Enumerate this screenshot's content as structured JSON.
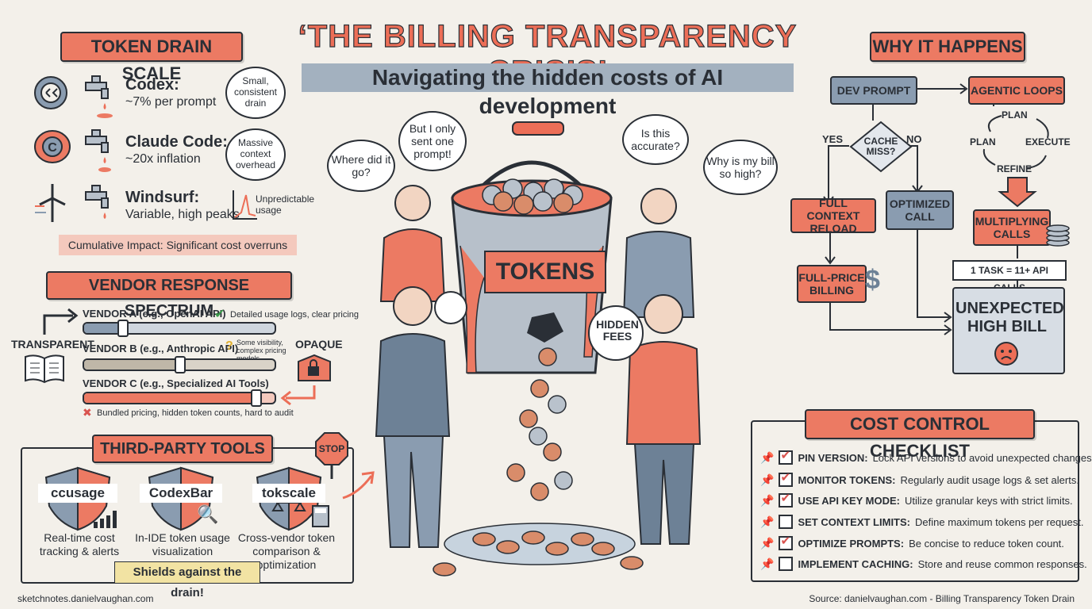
{
  "title": "‘THE BILLING TRANSPARENCY CRISIS’",
  "subtitle": "Navigating the hidden costs of AI development",
  "token_drain": {
    "header": "TOKEN DRAIN SCALE",
    "items": [
      {
        "name": "Codex:",
        "desc": "~7% per prompt",
        "note": "Small, consistent drain"
      },
      {
        "name": "Claude Code:",
        "desc": "~20x inflation",
        "note": "Massive context overhead"
      },
      {
        "name": "Windsurf:",
        "desc": "Variable, high peaks",
        "note": "Unpredictable usage"
      }
    ],
    "cumulative": "Cumulative Impact: Significant cost overruns"
  },
  "vendor_spectrum": {
    "header": "VENDOR RESPONSE SPECTRUM",
    "left_label": "TRANSPARENT",
    "right_label": "OPAQUE",
    "vendors": [
      {
        "name": "VENDOR A (e.g., OpenAI API)",
        "note": "Detailed usage logs, clear pricing",
        "level": 0.2
      },
      {
        "name": "VENDOR B (e.g., Anthropic API)",
        "note": "Some visibility, complex pricing models",
        "level": 0.5
      },
      {
        "name": "VENDOR C (e.g., Specialized AI Tools)",
        "note": "Bundled pricing, hidden token counts, hard to audit",
        "level": 0.9
      }
    ]
  },
  "third_party": {
    "header": "THIRD-PARTY TOOLS",
    "stop": "STOP",
    "tools": [
      {
        "name": "ccusage",
        "desc": "Real-time cost tracking & alerts"
      },
      {
        "name": "CodexBar",
        "desc": "In-IDE token usage visualization"
      },
      {
        "name": "tokscale",
        "desc": "Cross-vendor token comparison & optimization"
      }
    ],
    "shield": "Shields against the drain!"
  },
  "scene": {
    "bucket_label": "TOKENS",
    "hidden_fees": "HIDDEN FEES",
    "bubbles": [
      "Where did it go?",
      "But I only sent one prompt!",
      "Is this accurate?",
      "Why is my bill so high?"
    ]
  },
  "why": {
    "header": "WHY IT HAPPENS",
    "dev_prompt": "DEV PROMPT",
    "cache_miss": "CACHE MISS?",
    "yes": "YES",
    "no": "NO",
    "full_context": "FULL CONTEXT RELOAD",
    "optimized": "OPTIMIZED CALL",
    "full_price": "FULL-PRICE BILLING",
    "agentic": "AGENTIC LOOPS",
    "loop": [
      "PLAN",
      "EXECUTE",
      "REFINE",
      "PLAN"
    ],
    "multiplying": "MULTIPLYING CALLS",
    "task": "1 TASK = 11+ API CALLS",
    "unexpected": "UNEXPECTED HIGH BILL"
  },
  "checklist": {
    "header": "COST CONTROL CHECKLIST",
    "items": [
      {
        "key": "PIN VERSION:",
        "text": "Lock API versions to avoid unexpected changes.",
        "checked": true
      },
      {
        "key": "MONITOR TOKENS:",
        "text": "Regularly audit usage logs & set alerts.",
        "checked": true
      },
      {
        "key": "USE API KEY MODE:",
        "text": "Utilize granular keys with strict limits.",
        "checked": true
      },
      {
        "key": "SET CONTEXT LIMITS:",
        "text": "Define maximum tokens per request.",
        "checked": false
      },
      {
        "key": "OPTIMIZE PROMPTS:",
        "text": "Be concise to reduce token count.",
        "checked": true
      },
      {
        "key": "IMPLEMENT CACHING:",
        "text": "Store and reuse common responses.",
        "checked": false
      }
    ]
  },
  "footer": {
    "left": "sketchnotes.danielvaughan.com",
    "right": "Source: danielvaughan.com - Billing Transparency Token Drain"
  }
}
